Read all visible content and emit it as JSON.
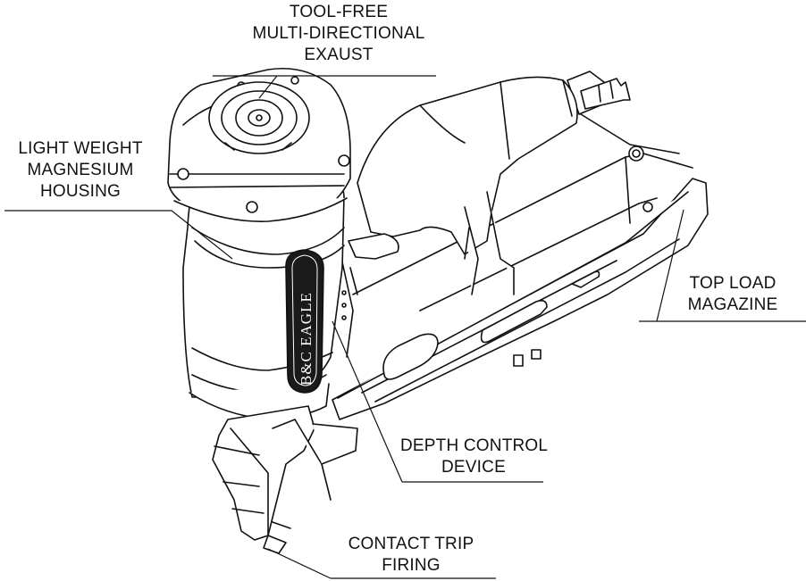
{
  "callouts": {
    "exhaust": [
      "TOOL-FREE",
      "MULTI-DIRECTIONAL",
      "EXAUST"
    ],
    "housing": [
      "LIGHT WEIGHT",
      "MAGNESIUM",
      "HOUSING"
    ],
    "magazine": [
      "TOP LOAD",
      "MAGAZINE"
    ],
    "depth": [
      "DEPTH CONTROL",
      "DEVICE"
    ],
    "trip": [
      "CONTACT TRIP",
      "FIRING"
    ]
  },
  "brand": {
    "logo_text": "B&C EAGLE"
  },
  "colors": {
    "line": "#111111",
    "background": "#ffffff",
    "fill": "#ffffff",
    "handle": "#1a1a1a"
  }
}
